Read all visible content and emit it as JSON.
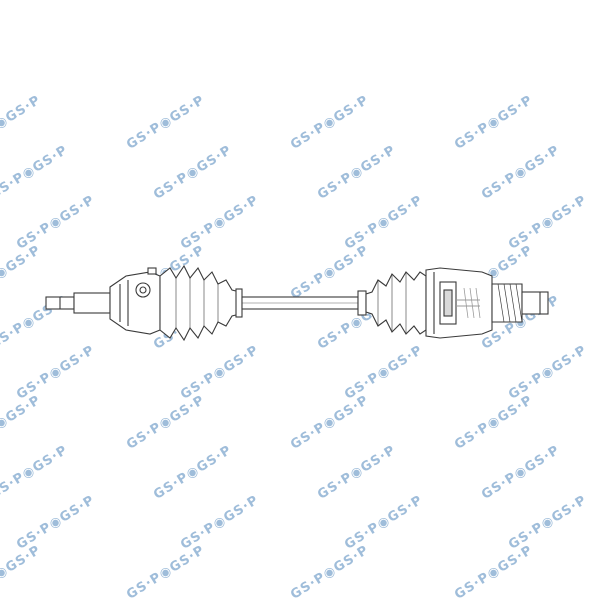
{
  "watermark": {
    "text": "GS·P◉GS·P",
    "color": "#8fb2d4",
    "logo_name": "gsp-logo-watermark"
  },
  "drawing": {
    "subject": "drive-shaft-assembly",
    "line_color": "#3a3a3a",
    "fill_color": "#ffffff",
    "hatch_color": "#9a9a9a"
  }
}
